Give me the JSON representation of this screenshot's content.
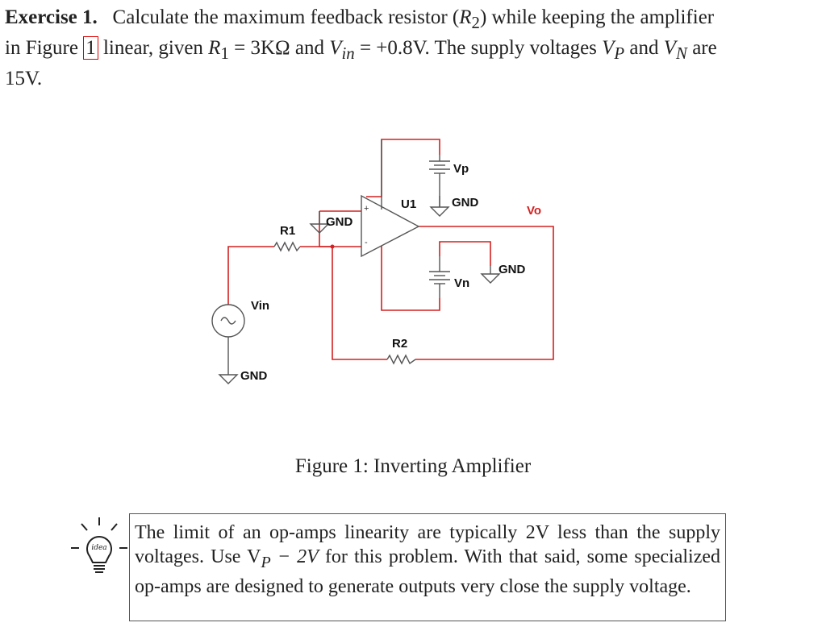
{
  "exercise": {
    "heading": "Exercise 1.",
    "line1_text": "Calculate the maximum feedback resistor (",
    "line1_math": "R",
    "line1_sub": "2",
    "line1_end": ") while keeping the amplifier",
    "line2_a": "in Figure ",
    "line2_ref": "1",
    "line2_b": " linear, given ",
    "line2_r1": "R",
    "line2_r1_sub": "1",
    "line2_r1_val": " = 3KΩ",
    "line2_c": " and ",
    "line2_vin": "V",
    "line2_vin_sub": "in",
    "line2_vin_val": " = +0.8V",
    "line2_d": ". The supply voltages ",
    "line2_vp": "V",
    "line2_vp_sub": "P",
    "line2_e": " and ",
    "line2_vn": "V",
    "line2_vn_sub": "N",
    "line2_f": " are",
    "line3": "15V."
  },
  "circuit": {
    "labels": {
      "vp": "Vp",
      "gnd_top": "GND",
      "u1": "U1",
      "vo": "Vo",
      "r1": "R1",
      "gnd_r1": "GND",
      "plus": "+",
      "minus": "-",
      "vn": "Vn",
      "gnd_vn": "GND",
      "vin": "Vin",
      "r2": "R2",
      "gnd_bottom": "GND"
    },
    "colors": {
      "wire": "#d42020",
      "component": "#555555",
      "label": "#111111",
      "vo": "#d42020"
    }
  },
  "figure": {
    "caption": "Figure 1: Inverting Amplifier"
  },
  "note": {
    "icon": "lightbulb-idea-icon",
    "icon_text": "idea",
    "text": "The limit of an op-amps linearity are typically 2V less than the supply voltages. Use V",
    "vp_sub": "P",
    "text_mid": " − 2V",
    "text_end": " for this problem. With that said, some specialized op-amps are designed to generate outputs very close the supply voltage."
  }
}
